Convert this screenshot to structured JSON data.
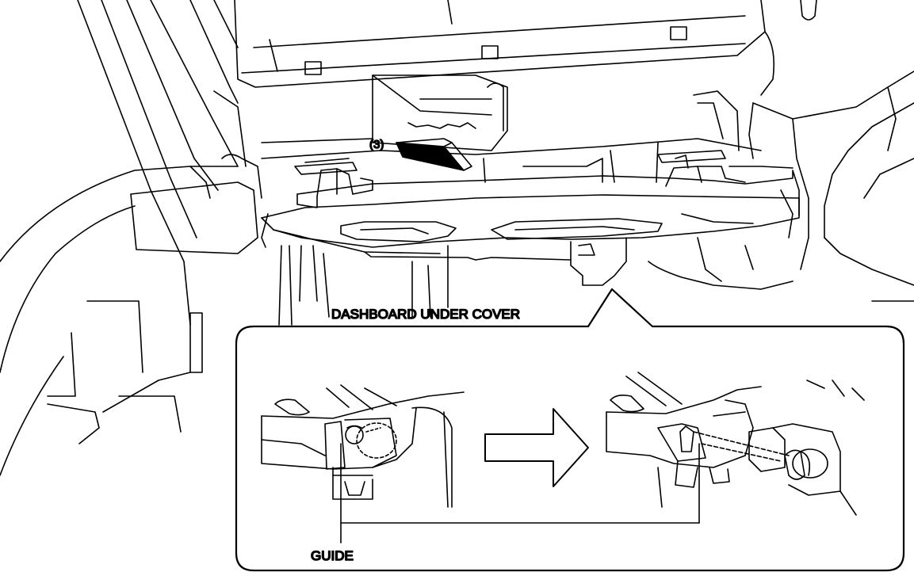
{
  "labels": {
    "step": "(3)",
    "part": "DASHBOARD UNDER COVER",
    "guide": "GUIDE"
  },
  "colors": {
    "line": "#000000",
    "background": "#ffffff"
  },
  "icons": {
    "direction_arrow": "arrow-right-icon",
    "removal_arrow": "removal-direction-arrow-icon"
  }
}
